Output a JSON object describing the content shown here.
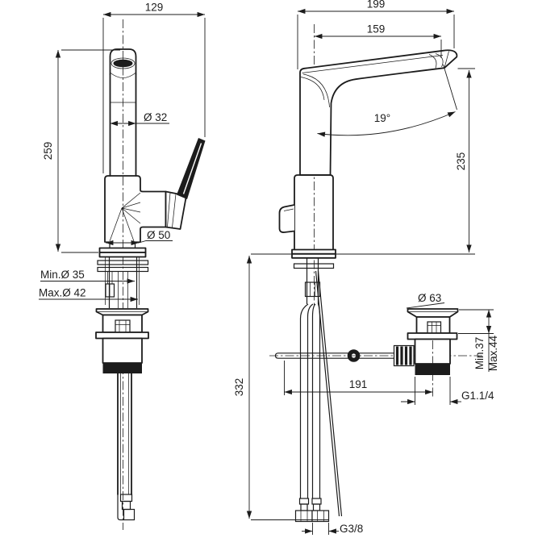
{
  "drawing": {
    "type": "faucet-installation-dimensions",
    "background": "#ffffff",
    "line_color": "#1c1c1c",
    "front": {
      "overall_width": "129",
      "body_height": "259",
      "spout_diameter": "Ø 32",
      "base_diameter": "Ø 50",
      "mount_hole_min": "Min.Ø 35",
      "mount_hole_max": "Max.Ø 42"
    },
    "side": {
      "overall_depth": "199",
      "spout_reach": "159",
      "spout_angle": "19°",
      "outlet_height": "235",
      "below_counter_length": "332",
      "rod_to_drain": "191",
      "drain_flange_diameter": "Ø 63",
      "clamp_min": "Min.37",
      "clamp_max": "Max.44",
      "drain_thread": "G1.1/4",
      "supply_thread": "G3/8"
    }
  }
}
